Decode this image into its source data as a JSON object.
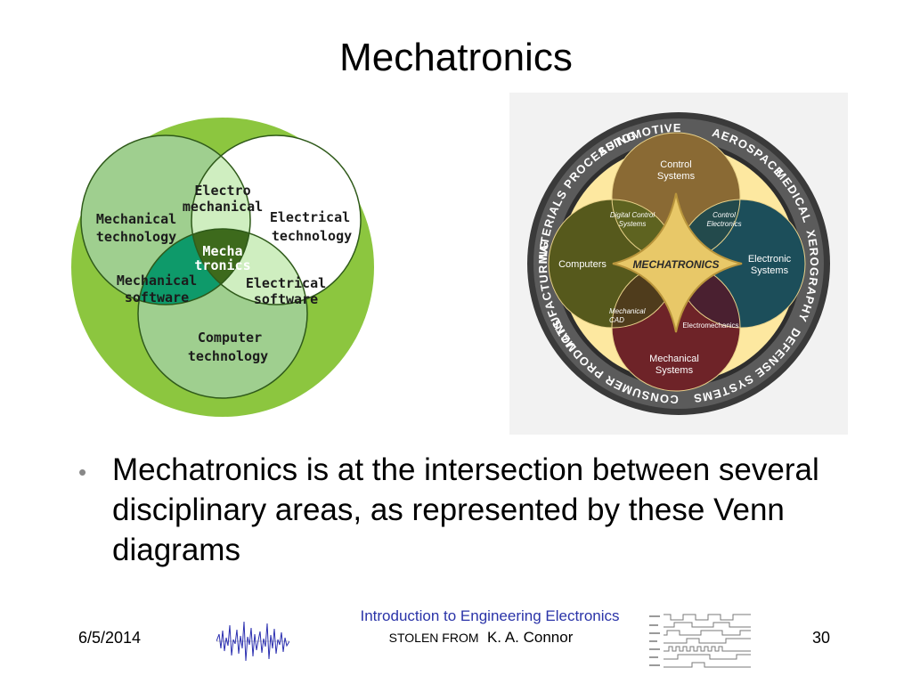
{
  "slide": {
    "title": "Mechatronics",
    "bullet": "Mechatronics is at the intersection between several disciplinary areas, as represented by these Venn diagrams"
  },
  "venn_left": {
    "labels": {
      "mech_tech_1": "Mechanical",
      "mech_tech_2": "technology",
      "electro_1": "Electro",
      "electro_2": "mechanical",
      "elec_tech_1": "Electrical",
      "elec_tech_2": "technology",
      "mecha_1": "Mecha",
      "mecha_2": "tronics",
      "mech_soft_1": "Mechanical",
      "mech_soft_2": "software",
      "elec_soft_1": "Electrical",
      "elec_soft_2": "software",
      "comp_1": "Computer",
      "comp_2": "technology"
    },
    "colors": {
      "outer": "#8cc63f",
      "mid": "#9fcf8f",
      "light": "#cfeec0",
      "dark": "#3d6a1c",
      "teal": "#0e9a6a"
    }
  },
  "venn_right": {
    "ring": [
      "AUTOMOTIVE",
      "AEROSPACE",
      "MEDICAL",
      "XEROGRAPHY",
      "DEFENSE SYSTEMS",
      "CONSUMER PRODUCTS",
      "MANUFACTURING",
      "MATERIALS PROCESSING"
    ],
    "circles": {
      "control_1": "Control",
      "control_2": "Systems",
      "computers": "Computers",
      "electronic_1": "Electronic",
      "electronic_2": "Systems",
      "mechanical_1": "Mechanical",
      "mechanical_2": "Systems"
    },
    "intersections": {
      "digital_1": "Digital Control",
      "digital_2": "Systems",
      "control_elec_1": "Control",
      "control_elec_2": "Electronics",
      "cad_1": "Mechanical",
      "cad_2": "CAD",
      "electromech": "Electromechanics"
    },
    "center": "MECHATRONICS"
  },
  "footer": {
    "date": "6/5/2014",
    "course": "Introduction to Engineering Electronics",
    "stolen": "STOLEN FROM",
    "author": "K. A. Connor",
    "page": "30"
  }
}
